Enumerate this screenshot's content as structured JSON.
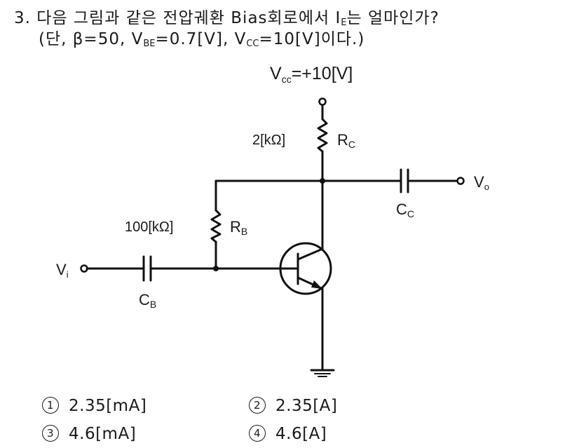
{
  "question": {
    "number": "3.",
    "line1_prefix": "다음 그림과 같은 전압궤환 Bias회로에서 ",
    "ie_symbol": "I",
    "ie_subscript": "E",
    "line1_suffix": "는 얼마인가?",
    "condition_open": "(단, β=50, ",
    "vbe_symbol": "V",
    "vbe_subscript": "BE",
    "vbe_value": "=0.7[V], ",
    "vcc_symbol": "V",
    "vcc_subscript": "CC",
    "vcc_value": "=10[V]이다.)"
  },
  "circuit": {
    "supply_label_main": "V",
    "supply_label_sub": "cc",
    "supply_label_value": "=+10[V]",
    "rc_value": "2[kΩ]",
    "rc_name": "R",
    "rc_sub": "C",
    "rb_value": "100[kΩ]",
    "rb_name": "R",
    "rb_sub": "B",
    "cc_name": "C",
    "cc_sub": "C",
    "cb_name": "C",
    "cb_sub": "B",
    "vi_name": "V",
    "vi_sub": "i",
    "vo_name": "V",
    "vo_sub": "o",
    "transistor_type": "NPN"
  },
  "choices": [
    {
      "num": "1",
      "text": "2.35[mA]"
    },
    {
      "num": "2",
      "text": "2.35[A]"
    },
    {
      "num": "3",
      "text": "4.6[mA]"
    },
    {
      "num": "4",
      "text": "4.6[A]"
    }
  ]
}
